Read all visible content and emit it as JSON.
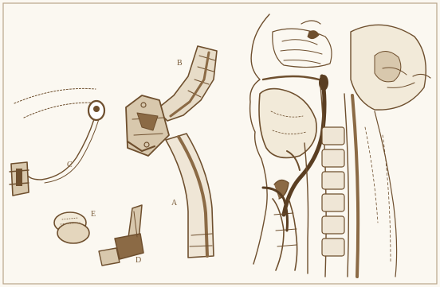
{
  "figure": {
    "labels": {
      "a": "A",
      "b": "B",
      "c": "C",
      "d": "D",
      "e": "E"
    },
    "colors": {
      "background": "#fbf8f1",
      "ink": "#6e4f2e",
      "shade": "#8b6a45",
      "frame": "#b9a58a"
    }
  }
}
